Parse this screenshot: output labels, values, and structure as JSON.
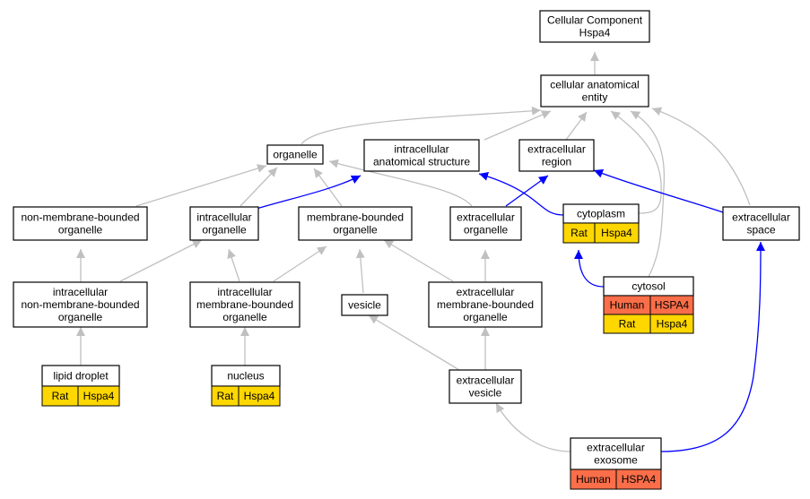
{
  "colors": {
    "rat": "#FFD700",
    "human": "#FA6E49",
    "is_a_edge": "#C0C0C0",
    "part_of_edge": "#0000FF"
  },
  "nodes": [
    {
      "id": "cc",
      "lines": [
        "Cellular Component",
        "Hspa4"
      ]
    },
    {
      "id": "cae",
      "lines": [
        "cellular anatomical",
        "entity"
      ]
    },
    {
      "id": "organelle",
      "lines": [
        "organelle"
      ]
    },
    {
      "id": "ias",
      "lines": [
        "intracellular",
        "anatomical structure"
      ]
    },
    {
      "id": "er",
      "lines": [
        "extracellular",
        "region"
      ]
    },
    {
      "id": "nmbo",
      "lines": [
        "non-membrane-bounded",
        "organelle"
      ]
    },
    {
      "id": "io",
      "lines": [
        "intracellular",
        "organelle"
      ]
    },
    {
      "id": "mbo",
      "lines": [
        "membrane-bounded",
        "organelle"
      ]
    },
    {
      "id": "eo",
      "lines": [
        "extracellular",
        "organelle"
      ]
    },
    {
      "id": "cytoplasm",
      "lines": [
        "cytoplasm"
      ],
      "tags": [
        [
          "Rat",
          "Hspa4"
        ]
      ]
    },
    {
      "id": "es",
      "lines": [
        "extracellular",
        "space"
      ]
    },
    {
      "id": "inmbo",
      "lines": [
        "intracellular",
        "non-membrane-bounded",
        "organelle"
      ]
    },
    {
      "id": "imbo",
      "lines": [
        "intracellular",
        "membrane-bounded",
        "organelle"
      ]
    },
    {
      "id": "vesicle",
      "lines": [
        "vesicle"
      ]
    },
    {
      "id": "embo",
      "lines": [
        "extracellular",
        "membrane-bounded",
        "organelle"
      ]
    },
    {
      "id": "cytosol",
      "lines": [
        "cytosol"
      ],
      "tags": [
        [
          "Human",
          "HSPA4"
        ],
        [
          "Rat",
          "Hspa4"
        ]
      ]
    },
    {
      "id": "ld",
      "lines": [
        "lipid droplet"
      ],
      "tags": [
        [
          "Rat",
          "Hspa4"
        ]
      ]
    },
    {
      "id": "nucleus",
      "lines": [
        "nucleus"
      ],
      "tags": [
        [
          "Rat",
          "Hspa4"
        ]
      ]
    },
    {
      "id": "ev",
      "lines": [
        "extracellular",
        "vesicle"
      ]
    },
    {
      "id": "exo",
      "lines": [
        "extracellular",
        "exosome"
      ],
      "tags": [
        [
          "Human",
          "HSPA4"
        ]
      ]
    }
  ],
  "edges": [
    {
      "from": "cae",
      "to": "cc",
      "type": "is_a"
    },
    {
      "from": "organelle",
      "to": "cae",
      "type": "is_a"
    },
    {
      "from": "ias",
      "to": "cae",
      "type": "is_a"
    },
    {
      "from": "er",
      "to": "cae",
      "type": "is_a"
    },
    {
      "from": "cytoplasm",
      "to": "cae",
      "type": "is_a"
    },
    {
      "from": "cytosol",
      "to": "cae",
      "type": "is_a"
    },
    {
      "from": "es",
      "to": "cae",
      "type": "is_a"
    },
    {
      "from": "nmbo",
      "to": "organelle",
      "type": "is_a"
    },
    {
      "from": "io",
      "to": "organelle",
      "type": "is_a"
    },
    {
      "from": "mbo",
      "to": "organelle",
      "type": "is_a"
    },
    {
      "from": "eo",
      "to": "organelle",
      "type": "is_a"
    },
    {
      "from": "io",
      "to": "ias",
      "type": "part_of"
    },
    {
      "from": "cytoplasm",
      "to": "ias",
      "type": "part_of"
    },
    {
      "from": "eo",
      "to": "er",
      "type": "part_of"
    },
    {
      "from": "es",
      "to": "er",
      "type": "part_of"
    },
    {
      "from": "inmbo",
      "to": "nmbo",
      "type": "is_a"
    },
    {
      "from": "inmbo",
      "to": "io",
      "type": "is_a"
    },
    {
      "from": "imbo",
      "to": "io",
      "type": "is_a"
    },
    {
      "from": "imbo",
      "to": "mbo",
      "type": "is_a"
    },
    {
      "from": "vesicle",
      "to": "mbo",
      "type": "is_a"
    },
    {
      "from": "embo",
      "to": "mbo",
      "type": "is_a"
    },
    {
      "from": "embo",
      "to": "eo",
      "type": "is_a"
    },
    {
      "from": "cytosol",
      "to": "cytoplasm",
      "type": "part_of"
    },
    {
      "from": "ld",
      "to": "inmbo",
      "type": "is_a"
    },
    {
      "from": "nucleus",
      "to": "imbo",
      "type": "is_a"
    },
    {
      "from": "ev",
      "to": "vesicle",
      "type": "is_a"
    },
    {
      "from": "ev",
      "to": "embo",
      "type": "is_a"
    },
    {
      "from": "exo",
      "to": "ev",
      "type": "is_a"
    },
    {
      "from": "exo",
      "to": "es",
      "type": "part_of"
    }
  ]
}
